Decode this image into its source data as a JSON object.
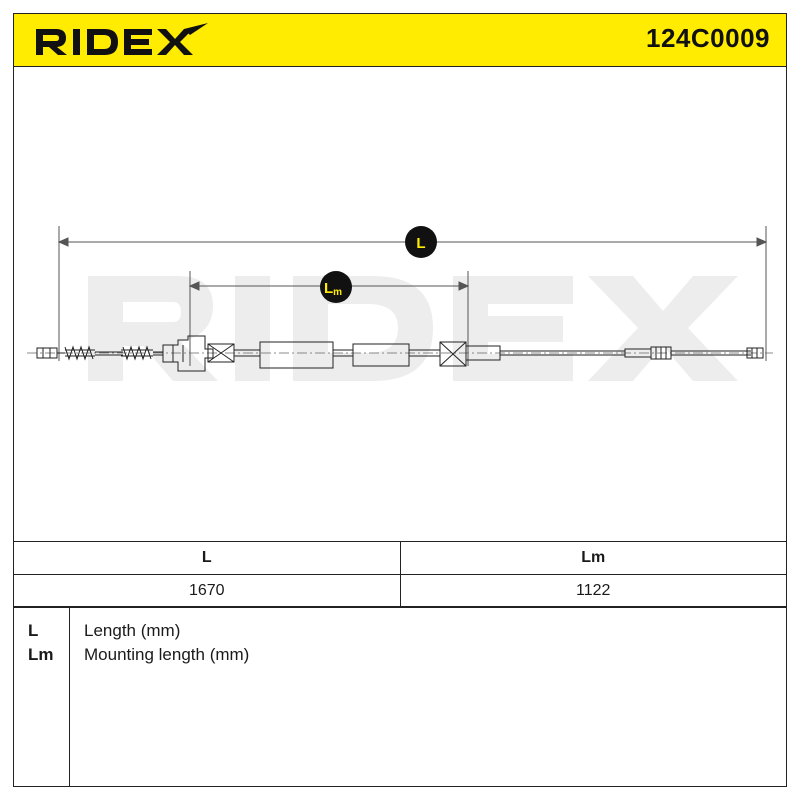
{
  "header": {
    "brand": "RIDEX",
    "part_number": "124C0009",
    "background_color": "#ffec00"
  },
  "drawing": {
    "watermark": "RIDEX",
    "dimension_markers": {
      "L": "L",
      "Lm_main": "L",
      "Lm_sub": "m"
    }
  },
  "dimensions_table": {
    "headers": [
      "L",
      "Lm"
    ],
    "values": [
      "1670",
      "1122"
    ]
  },
  "legend": {
    "items": [
      {
        "key": "L",
        "description": "Length (mm)"
      },
      {
        "key": "Lm",
        "description": "Mounting length (mm)"
      }
    ]
  }
}
